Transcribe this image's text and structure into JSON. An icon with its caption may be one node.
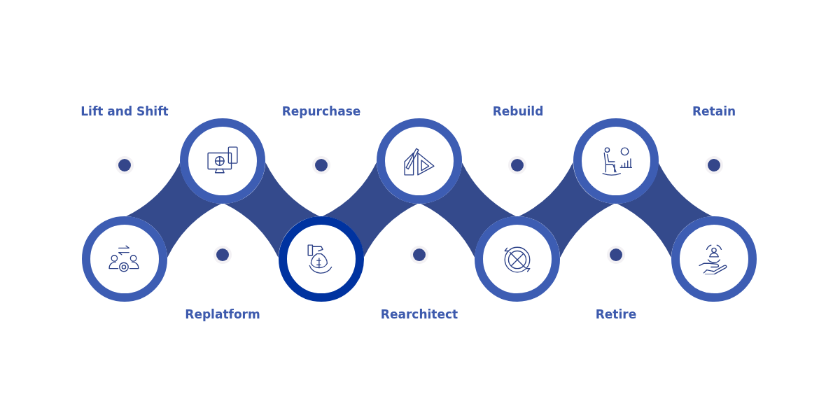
{
  "diagram": {
    "nodes": [
      {
        "text": [],
        "shape": "circle"
      },
      {
        "text": [],
        "shape": "circle"
      },
      {
        "text": [],
        "shape": "circle"
      },
      {
        "text": [],
        "shape": "circle"
      },
      {
        "text": [],
        "shape": "circle"
      },
      {
        "text": [],
        "shape": "circle"
      },
      {
        "text": [],
        "shape": "circle"
      }
    ],
    "edges": [
      {
        "from": 0,
        "to": 1,
        "arrow": "none"
      },
      {
        "from": 1,
        "to": 2,
        "arrow": "none"
      },
      {
        "from": 2,
        "to": 3,
        "arrow": "none"
      },
      {
        "from": 3,
        "to": 4,
        "arrow": "none"
      },
      {
        "from": 4,
        "to": 5,
        "arrow": "none"
      },
      {
        "from": 5,
        "to": 6,
        "arrow": "none"
      }
    ],
    "labels": [
      "Lift and Shift",
      "Repurchase",
      "Rebuild",
      "Retain",
      "Replatform",
      "Rearchitect",
      "Retire"
    ]
  }
}
